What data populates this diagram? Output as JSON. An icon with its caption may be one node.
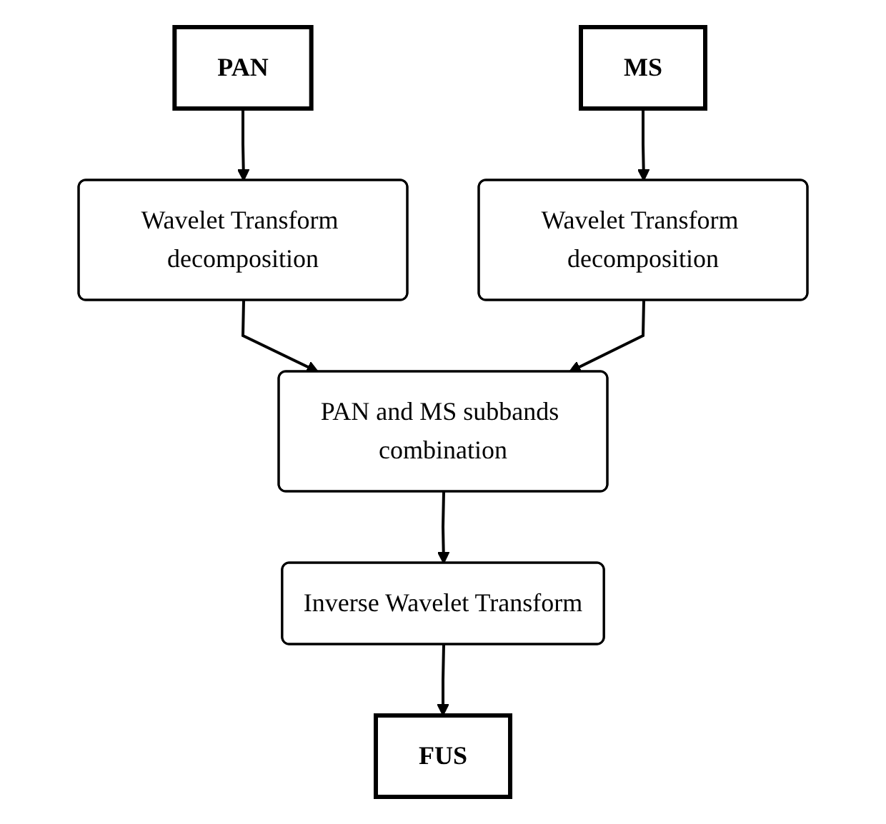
{
  "diagram": {
    "nodes": [
      {
        "text": [
          "PAN"
        ]
      },
      {
        "text": [
          "MS"
        ]
      },
      {
        "text": [
          "Wavelet Transform decomposition"
        ]
      },
      {
        "text": [
          "Wavelet Transform decomposition"
        ]
      },
      {
        "text": [
          "PAN and MS subbands combination"
        ]
      },
      {
        "text": [
          "Inverse Wavelet Transform"
        ]
      },
      {
        "text": [
          "FUS"
        ]
      }
    ],
    "edges": [
      {
        "from": 0,
        "to": 2,
        "arrow": "to"
      },
      {
        "from": 1,
        "to": 3,
        "arrow": "to"
      },
      {
        "from": 2,
        "to": 4,
        "arrow": "to"
      },
      {
        "from": 3,
        "to": 4,
        "arrow": "to"
      },
      {
        "from": 4,
        "to": 5,
        "arrow": "to"
      },
      {
        "from": 5,
        "to": 6,
        "arrow": "to"
      }
    ]
  }
}
